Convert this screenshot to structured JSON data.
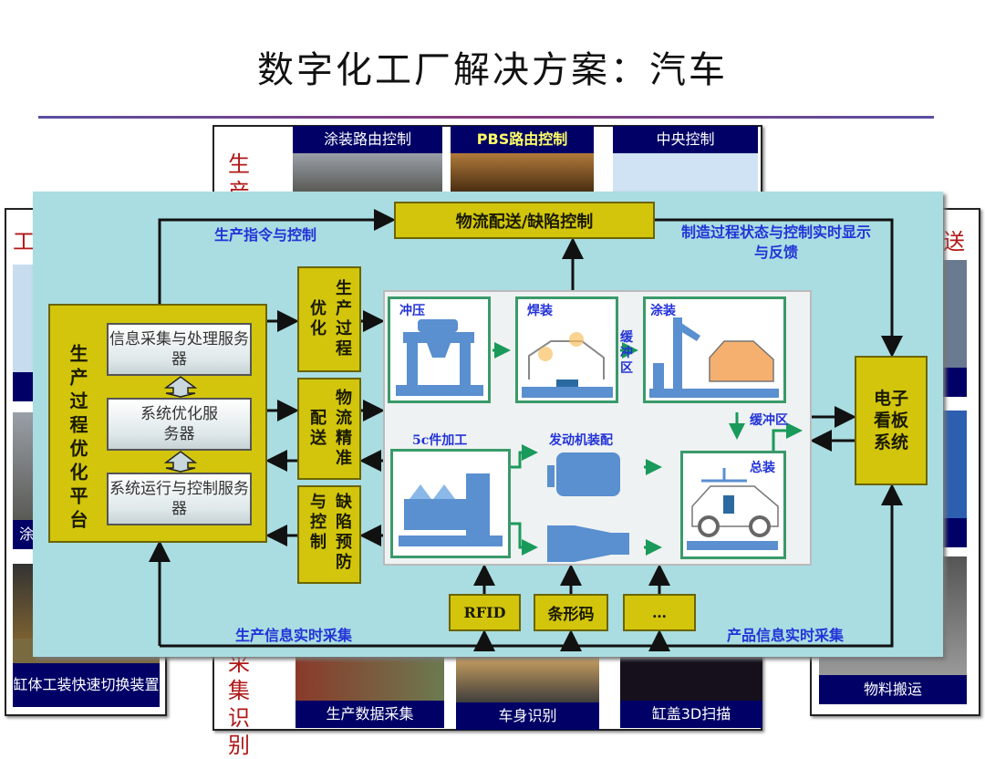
{
  "title": "数字化工厂解决方案：汽车",
  "background": {
    "top_labels": [
      "涂装路由控制",
      "PBS路由控制",
      "中央控制"
    ],
    "top_side": "生产执行",
    "bottom_side": "采集识别",
    "bottom_labels": [
      "生产数据采集",
      "车身识别",
      "缸盖3D扫描"
    ],
    "left_side": "工",
    "left_bottom_label": "缸体工装快速切换装置",
    "left_partial": "涂",
    "right_side": "送",
    "right_bottom_label": "物料搬运"
  },
  "diagram": {
    "top_box": "物流配送/缺陷控制",
    "platform": {
      "title": "生产过程优化平台",
      "servers": [
        "信息采集与处理服务器",
        "系统优化服务器",
        "系统运行与控制服务器"
      ]
    },
    "middle": [
      {
        "col1": "优化",
        "col2": "生产过程"
      },
      {
        "col1": "配送",
        "col2": "物流精准"
      },
      {
        "col1": "与控制",
        "col2": "缺陷预防"
      }
    ],
    "stations": {
      "stamping": "冲压",
      "welding": "焊装",
      "painting": "涂装",
      "buffer1": "缓冲区",
      "buffer2": "缓冲区",
      "parts": "5c件加工",
      "engine": "发动机装配",
      "assembly": "总装"
    },
    "kanban": "电子看板系统",
    "collectors": [
      "RFID",
      "条形码",
      "…"
    ],
    "flows": {
      "command": "生产指令与控制",
      "feedback": "制造过程状态与控制实时显示与反馈",
      "production_info": "生产信息实时采集",
      "product_info": "产品信息实时采集"
    }
  }
}
